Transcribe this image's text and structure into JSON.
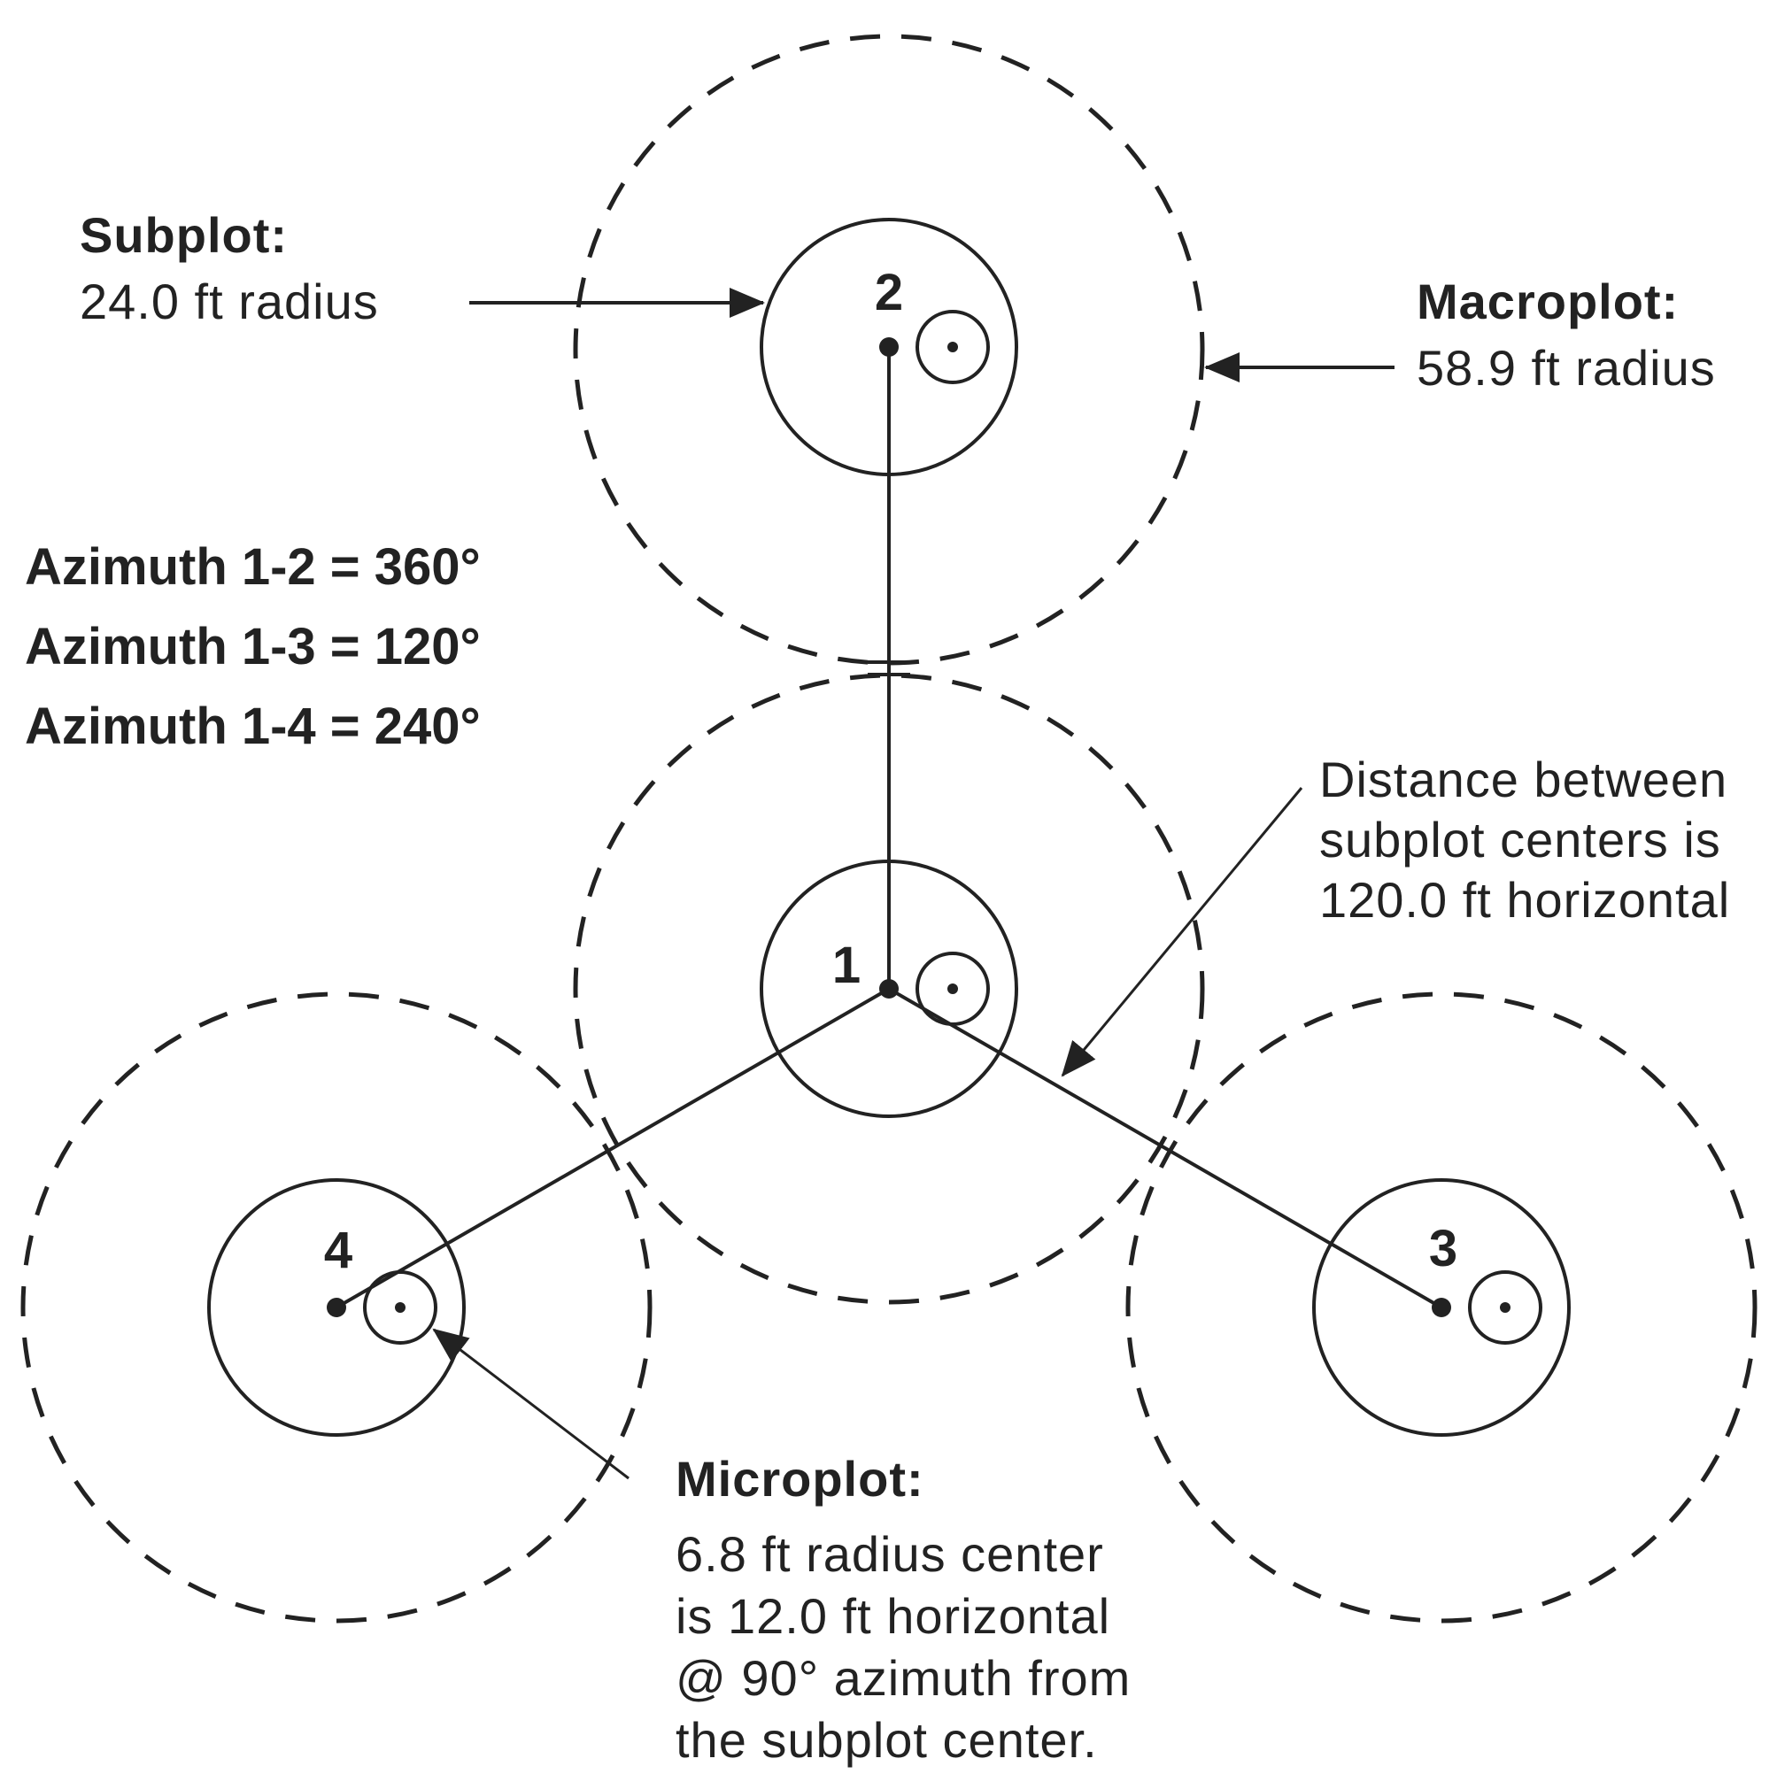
{
  "subplot_label": {
    "heading": "Subplot:",
    "detail": "24.0 ft radius"
  },
  "macroplot_label": {
    "heading": "Macroplot:",
    "detail": "58.9 ft radius"
  },
  "azimuths": [
    "Azimuth 1-2 = 360°",
    "Azimuth 1-3 = 120°",
    "Azimuth 1-4 = 240°"
  ],
  "distance_note": [
    "Distance between",
    "subplot centers is",
    "120.0 ft horizontal"
  ],
  "microplot_label": {
    "heading": "Microplot:",
    "lines": [
      "6.8 ft radius center",
      "is 12.0 ft horizontal",
      "@ 90° azimuth from",
      "the subplot center."
    ]
  },
  "subplots": [
    {
      "id": "1",
      "label": "1"
    },
    {
      "id": "2",
      "label": "2"
    },
    {
      "id": "3",
      "label": "3"
    },
    {
      "id": "4",
      "label": "4"
    }
  ]
}
